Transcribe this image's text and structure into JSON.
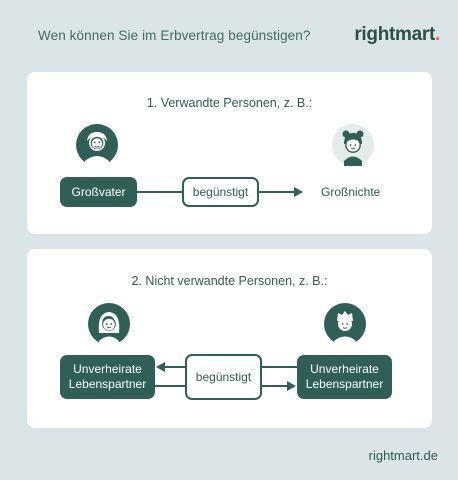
{
  "header": {
    "title": "Wen können Sie im Erbvertrag begünstigen?",
    "logo_text": "rightmart",
    "logo_dot": ".",
    "logo_dot_color": "#f26b3a"
  },
  "section1": {
    "heading": "1. Verwandte Personen, z. B.:",
    "from_label": "Großvater",
    "relation_label": "begünstigt",
    "to_label": "Großnichte",
    "from_icon": "grandfather-avatar-icon",
    "to_icon": "girl-avatar-icon"
  },
  "section2": {
    "heading": "2. Nicht verwandte Personen, z. B.:",
    "left_label_line1": "Unverheirate",
    "left_label_line2": "Lebenspartner",
    "relation_label": "begünstigt",
    "right_label_line1": "Unverheirate",
    "right_label_line2": "Lebenspartner",
    "left_icon": "woman-avatar-icon",
    "right_icon": "man-avatar-icon"
  },
  "footer": {
    "url": "rightmart.de"
  },
  "colors": {
    "background": "#dbe5e7",
    "primary": "#2f5f57",
    "light_avatar": "#e3ece6"
  }
}
